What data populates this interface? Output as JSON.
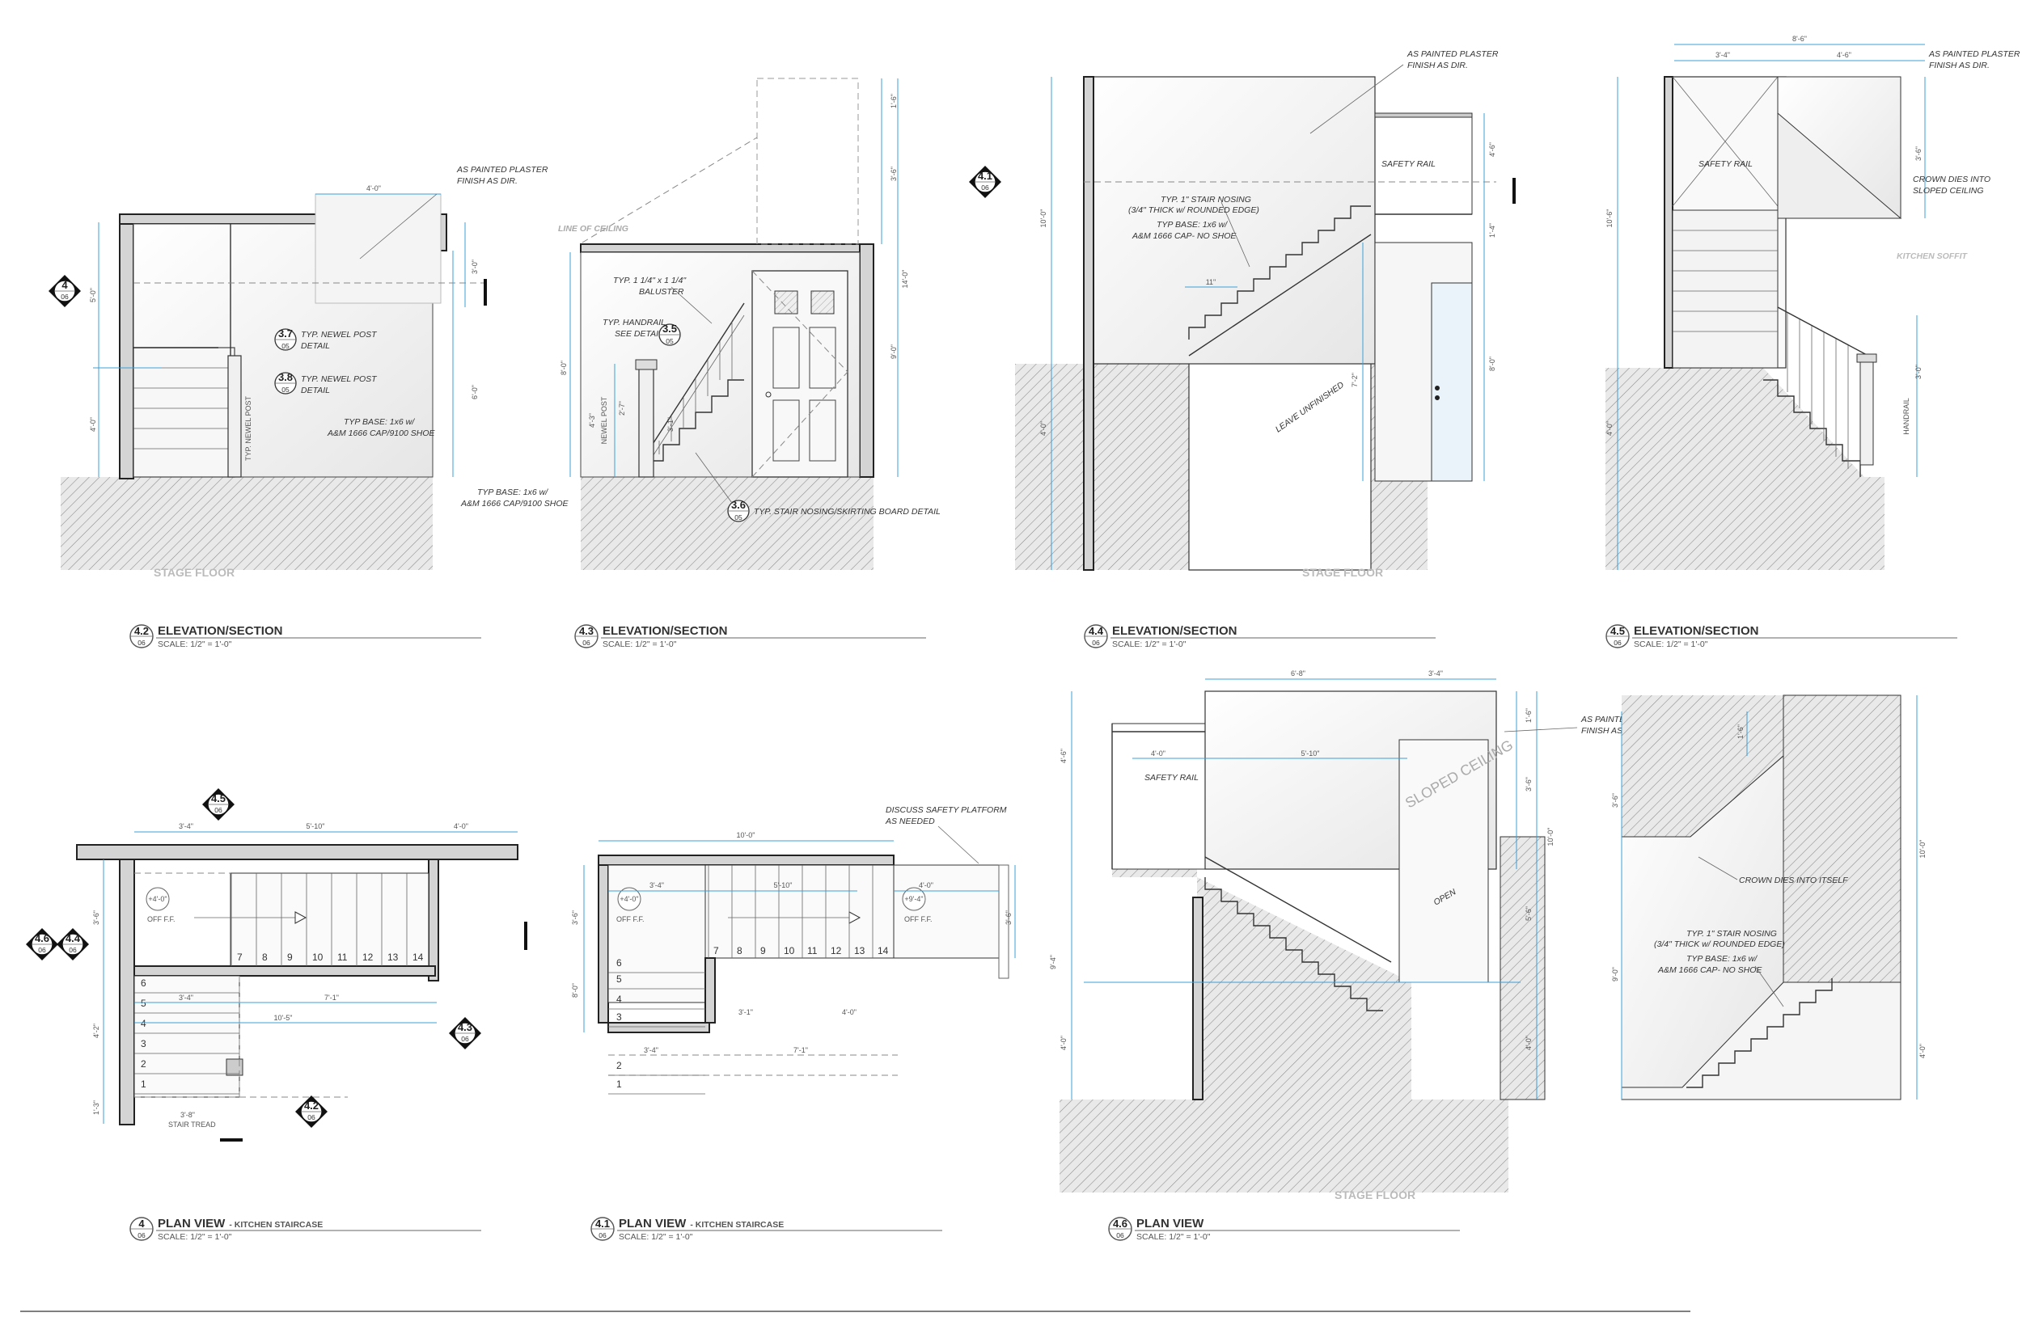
{
  "sheet": {
    "stage_floor": "STAGE FLOOR",
    "line_of_ceiling": "LINE OF CEILING",
    "kitchen_soffit": "KITCHEN SOFFIT",
    "sheet_no": "06"
  },
  "titles": [
    {
      "num": "4.2",
      "sheet": "06",
      "title": "ELEVATION/SECTION",
      "sub": "",
      "scale": "SCALE: 1/2\" = 1'-0\""
    },
    {
      "num": "4.3",
      "sheet": "06",
      "title": "ELEVATION/SECTION",
      "sub": "",
      "scale": "SCALE: 1/2\" = 1'-0\""
    },
    {
      "num": "4.4",
      "sheet": "06",
      "title": "ELEVATION/SECTION",
      "sub": "",
      "scale": "SCALE: 1/2\" = 1'-0\""
    },
    {
      "num": "4.5",
      "sheet": "06",
      "title": "ELEVATION/SECTION",
      "sub": "",
      "scale": "SCALE: 1/2\" = 1'-0\""
    },
    {
      "num": "4",
      "sheet": "06",
      "title": "PLAN VIEW",
      "sub": "- KITCHEN STAIRCASE",
      "scale": "SCALE: 1/2\" = 1'-0\""
    },
    {
      "num": "4.1",
      "sheet": "06",
      "title": "PLAN VIEW",
      "sub": "- KITCHEN STAIRCASE",
      "scale": "SCALE: 1/2\" = 1'-0\""
    },
    {
      "num": "4.6",
      "sheet": "06",
      "title": "PLAN VIEW",
      "sub": "",
      "scale": "SCALE: 1/2\" = 1'-0\""
    }
  ],
  "notes": {
    "plaster_1": "AS PAINTED PLASTER",
    "plaster_2": "FINISH AS DIR.",
    "newel_1": "TYP. NEWEL POST",
    "newel_2": "DETAIL",
    "base_1": "TYP BASE: 1x6 w/",
    "base_cap": "A&M 1666 CAP/9100 SHOE",
    "base_noshoe": "A&M 1666 CAP- NO SHOE",
    "baluster_1": "TYP. 1 1/4\" x 1 1/4\"",
    "baluster_2": "BALUSTER",
    "handrail_1": "TYP. HANDRAIL",
    "handrail_2": "SEE DETAIL",
    "nosing_skirt": "TYP. STAIR NOSING/SKIRTING BOARD DETAIL",
    "nosing_1": "TYP. 1\" STAIR NOSING",
    "nosing_2": "(3/4\" THICK w/ ROUNDED EDGE)",
    "safety_rail": "SAFETY RAIL",
    "leave_unfinished": "LEAVE UNFINISHED",
    "crown_1": "CROWN DIES INTO",
    "crown_2": "SLOPED CEILING",
    "crown_itself": "CROWN DIES INTO ITSELF",
    "sloped_ceiling": "SLOPED CEILING",
    "open": "OPEN",
    "newel_post": "TYP. NEWEL POST",
    "newel_post_v": "NEWEL POST",
    "handrail_v": "HANDRAIL",
    "discuss_1": "DISCUSS SAFETY PLATFORM",
    "discuss_2": "AS NEEDED",
    "stair_tread": "STAIR TREAD",
    "off_ff": "OFF F.F.",
    "elev_4": "+4'-0\"",
    "elev_9": "+9'-4\""
  },
  "details": {
    "d37": "3.7",
    "d38": "3.8",
    "d35": "3.5",
    "d36": "3.6",
    "sheet": "05"
  },
  "markers": {
    "m4": "4",
    "m41": "4.1",
    "m45": "4.5",
    "m46": "4.6",
    "m44": "4.4",
    "m43": "4.3",
    "m42": "4.2",
    "sheet": "06"
  },
  "treads_a": [
    "1",
    "2",
    "3",
    "4",
    "5",
    "6"
  ],
  "treads_b": [
    "7",
    "8",
    "9",
    "10",
    "11",
    "12",
    "13",
    "14"
  ],
  "treads_c": [
    "1",
    "2",
    "3",
    "4",
    "5",
    "6"
  ],
  "dims": {
    "d4_0": "4'-0\"",
    "d3_0": "3'-0\"",
    "d5_0": "5'-0\"",
    "d6_0": "6'-0\"",
    "d1_6": "1'-6\"",
    "d3_6": "3'-6\"",
    "d14_0": "14'-0\"",
    "d9_0": "9'-0\"",
    "d8_0": "8'-0\"",
    "d10_0": "10'-0\"",
    "d10_6": "10'-6\"",
    "d5_6": "5'-6\"",
    "d3_4": "3'-4\"",
    "d4_6": "4'-6\"",
    "d8_6": "8'-6\"",
    "d5_10": "5'-10\"",
    "d7_1": "7'-1\"",
    "d10_5": "10'-5\"",
    "d4_2": "4'-2\"",
    "d3_1": "3'-1\"",
    "d3_8": "3'-8\"",
    "d11": "11\"",
    "d6_8": "6'-8\"",
    "d9_4": "9'-4\"",
    "d1_4": "1'-4\"",
    "d7_2": "7'-2\"",
    "d4_3": "4'-3\"",
    "d2_7": "2'-7\"",
    "d3_1b": "3'-1\"",
    "d1_3": "1'-3\""
  }
}
